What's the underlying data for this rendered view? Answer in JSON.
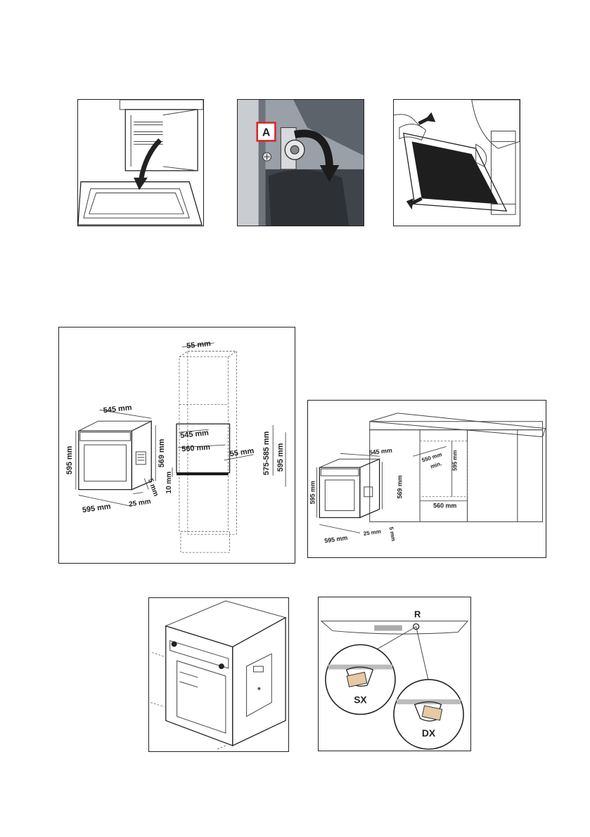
{
  "door_removal": {
    "step2": {
      "marker_label": "A"
    }
  },
  "tall_cabinet": {
    "cabinet_top_gap": "55 mm",
    "oven_depth": "545 mm",
    "oven_height": "595 mm",
    "oven_body_height": "569 mm",
    "cabinet_bottom_gap": "10 mm",
    "niche_depth": "545 mm",
    "niche_width": "560 mm",
    "niche_rear_gap": "55 mm",
    "niche_height_range": "575-585 mm",
    "niche_height": "595 mm",
    "bezel_offset": "5 mm",
    "oven_width": "595 mm",
    "front_panel_depth": "25 mm"
  },
  "under_counter": {
    "oven_depth": "545 mm",
    "niche_depth_min": "550 mm",
    "niche_depth_min_note": "min.",
    "niche_height": "595 mm",
    "oven_height": "595 mm",
    "oven_body_height": "569 mm",
    "niche_width": "560 mm",
    "oven_width": "595 mm",
    "front_panel_depth": "25 mm",
    "bezel_offset": "5 mm"
  },
  "fixing": {
    "reference_label": "R",
    "left_label": "SX",
    "right_label": "DX"
  }
}
